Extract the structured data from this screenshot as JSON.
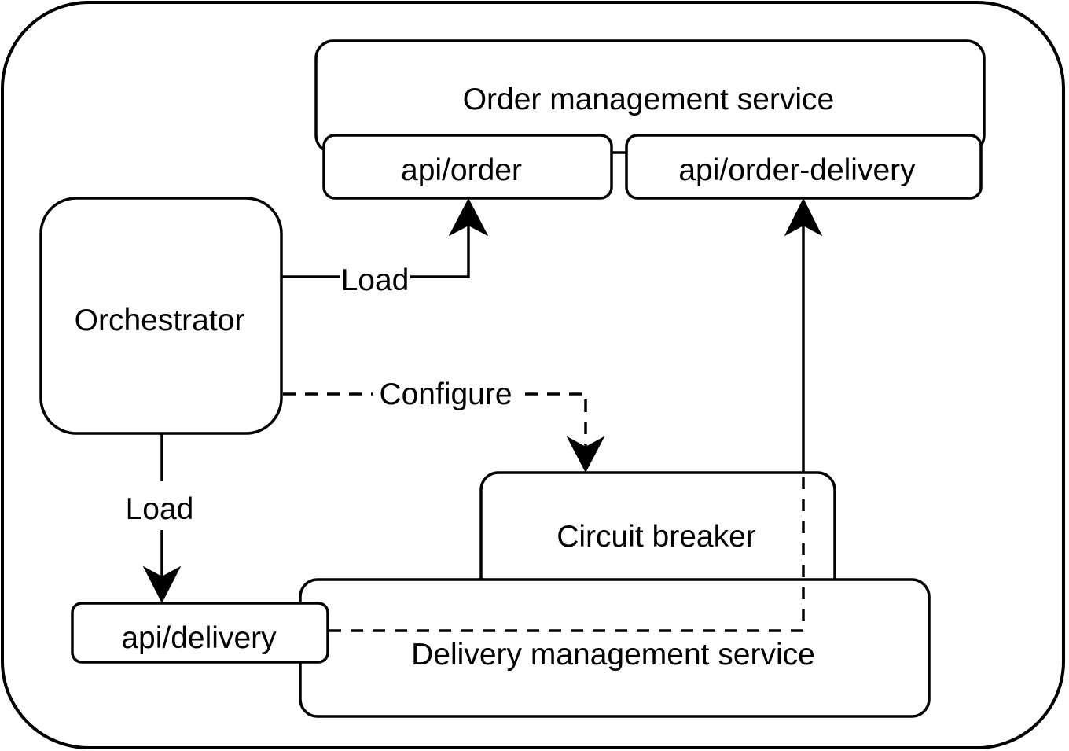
{
  "nodes": {
    "order_service": {
      "label": "Order management service"
    },
    "api_order": {
      "label": "api/order"
    },
    "api_order_delivery": {
      "label": "api/order-delivery"
    },
    "orchestrator": {
      "label": "Orchestrator"
    },
    "circuit_breaker": {
      "label": "Circuit breaker"
    },
    "delivery_service": {
      "label": "Delivery management service"
    },
    "api_delivery": {
      "label": "api/delivery"
    }
  },
  "edges": {
    "load_order": {
      "label": "Load",
      "from": "Orchestrator",
      "to": "api/order",
      "style": "solid"
    },
    "configure": {
      "label": "Configure",
      "from": "Orchestrator",
      "to": "Circuit breaker",
      "style": "dashed"
    },
    "load_delivery": {
      "label": "Load",
      "from": "Orchestrator",
      "to": "api/delivery",
      "style": "solid"
    },
    "cb_to_order_delivery": {
      "label": "",
      "from": "Circuit breaker",
      "to": "api/order-delivery",
      "style": "solid"
    },
    "delivery_to_cb": {
      "label": "",
      "from": "api/delivery",
      "to": "Circuit breaker",
      "style": "dashed"
    }
  },
  "colors": {
    "stroke": "#000000",
    "fill": "#ffffff",
    "text": "#000000"
  }
}
